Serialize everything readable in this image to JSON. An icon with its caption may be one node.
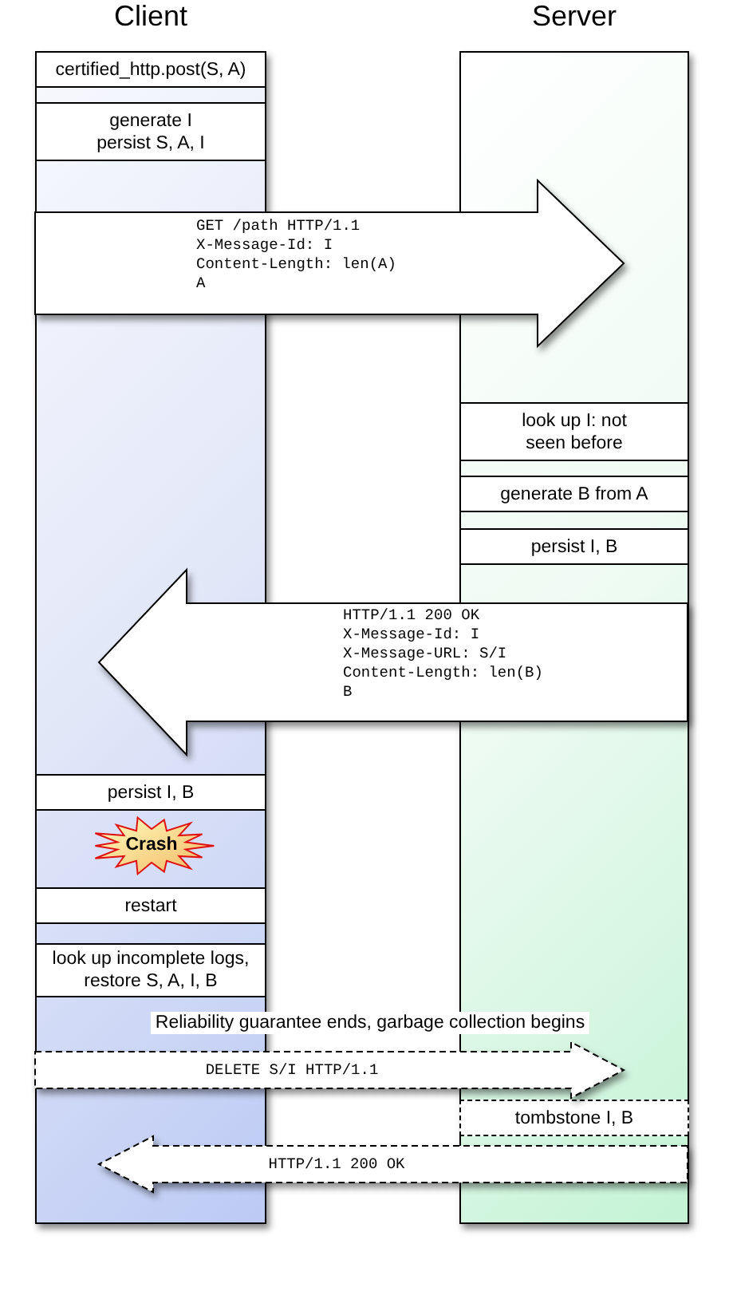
{
  "diagram": {
    "nodes": [
      {
        "text": [
          "Client"
        ]
      },
      {
        "text": [
          "Server"
        ]
      },
      {
        "text": [
          "certified_http.post(S, A)"
        ],
        "in": 0
      },
      {
        "text": [
          "generate I persist S, A, I"
        ],
        "in": 0
      },
      {
        "text": [
          "look up I: not seen before"
        ],
        "in": 1
      },
      {
        "text": [
          "generate B from A"
        ],
        "in": 1
      },
      {
        "text": [
          "persist I, B"
        ],
        "in": 1
      },
      {
        "text": [
          "persist I, B"
        ],
        "in": 0
      },
      {
        "text": [
          "Crash"
        ],
        "in": 0
      },
      {
        "text": [
          "restart"
        ],
        "in": 0
      },
      {
        "text": [
          "look up incomplete logs, restore S, A, I, B"
        ],
        "in": 0
      },
      {
        "text": [
          "tombstone I, B"
        ],
        "in": 1
      }
    ],
    "edges": [
      {
        "from": 0,
        "to": 1,
        "arrow": "to",
        "label": "GET /path HTTP/1.1 X-Message-Id: I Content-Length: len(A) A"
      },
      {
        "from": 1,
        "to": 0,
        "arrow": "to",
        "label": "HTTP/1.1 200 OK X-Message-Id: I X-Message-URL: S/I Content-Length: len(B) B"
      },
      {
        "from": 0,
        "to": 1,
        "arrow": "to",
        "label": "DELETE S/I HTTP/1.1",
        "style": "dashed"
      },
      {
        "from": 1,
        "to": 0,
        "arrow": "to",
        "label": "HTTP/1.1 200 OK",
        "style": "dashed"
      }
    ],
    "labels": [
      "Reliability guarantee ends, garbage collection begins"
    ]
  }
}
